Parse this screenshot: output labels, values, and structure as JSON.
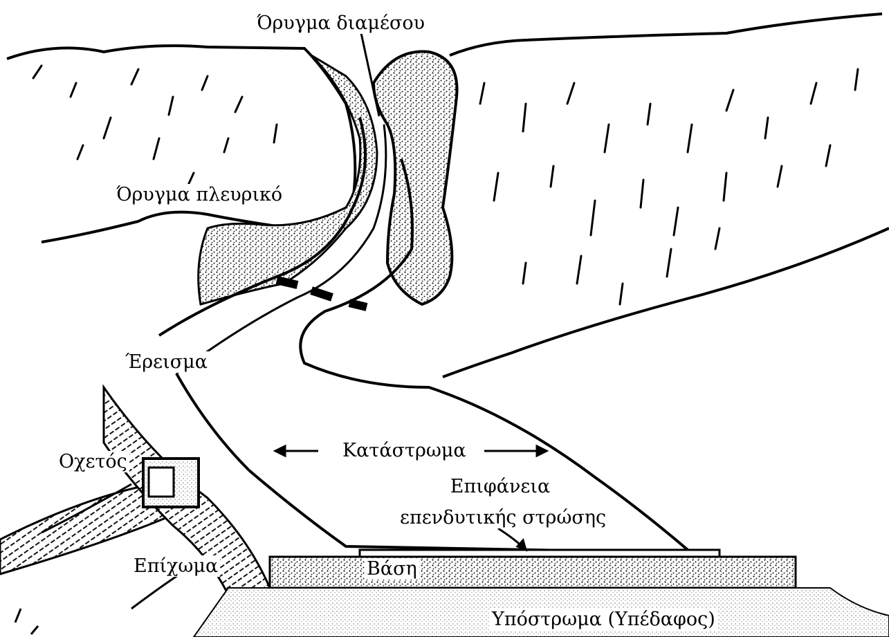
{
  "labels": {
    "median_ditch": "Όρυγμα διαμέσου",
    "side_ditch": "Όρυγμα πλευρικό",
    "shoulder": "Έρεισμα",
    "culvert": "Οχετός",
    "roadway": "Κατάστρωμα",
    "wearing_surface_line1": "Επιφάνεια",
    "wearing_surface_line2": "επενδυτικής στρώσης",
    "embankment": "Επίχωμα",
    "base": "Βάση",
    "subgrade": "Υπόστρωμα (Υπέδαφος)"
  },
  "colors": {
    "ink": "#000000",
    "paper": "#ffffff",
    "stipple": "#3a3a3a"
  }
}
